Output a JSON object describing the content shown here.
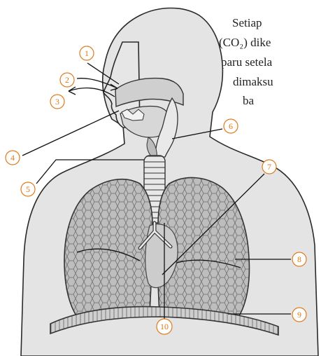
{
  "text_lines": [
    {
      "id": "line1",
      "text": "Setiap"
    },
    {
      "id": "line2",
      "text": "(CO₂) dike"
    },
    {
      "id": "line3",
      "text": "paru setela"
    },
    {
      "id": "line4",
      "text": "dimaksu"
    },
    {
      "id": "line5",
      "text": "ba"
    }
  ],
  "callouts": [
    "1",
    "2",
    "3",
    "4",
    "5",
    "6",
    "7",
    "8",
    "9",
    "10"
  ],
  "colors": {
    "callout": "#e07a1c",
    "body_outline": "#2a2a2a",
    "body_fill": "#e6e6e6",
    "lung_fill": "#b9b9b9"
  }
}
